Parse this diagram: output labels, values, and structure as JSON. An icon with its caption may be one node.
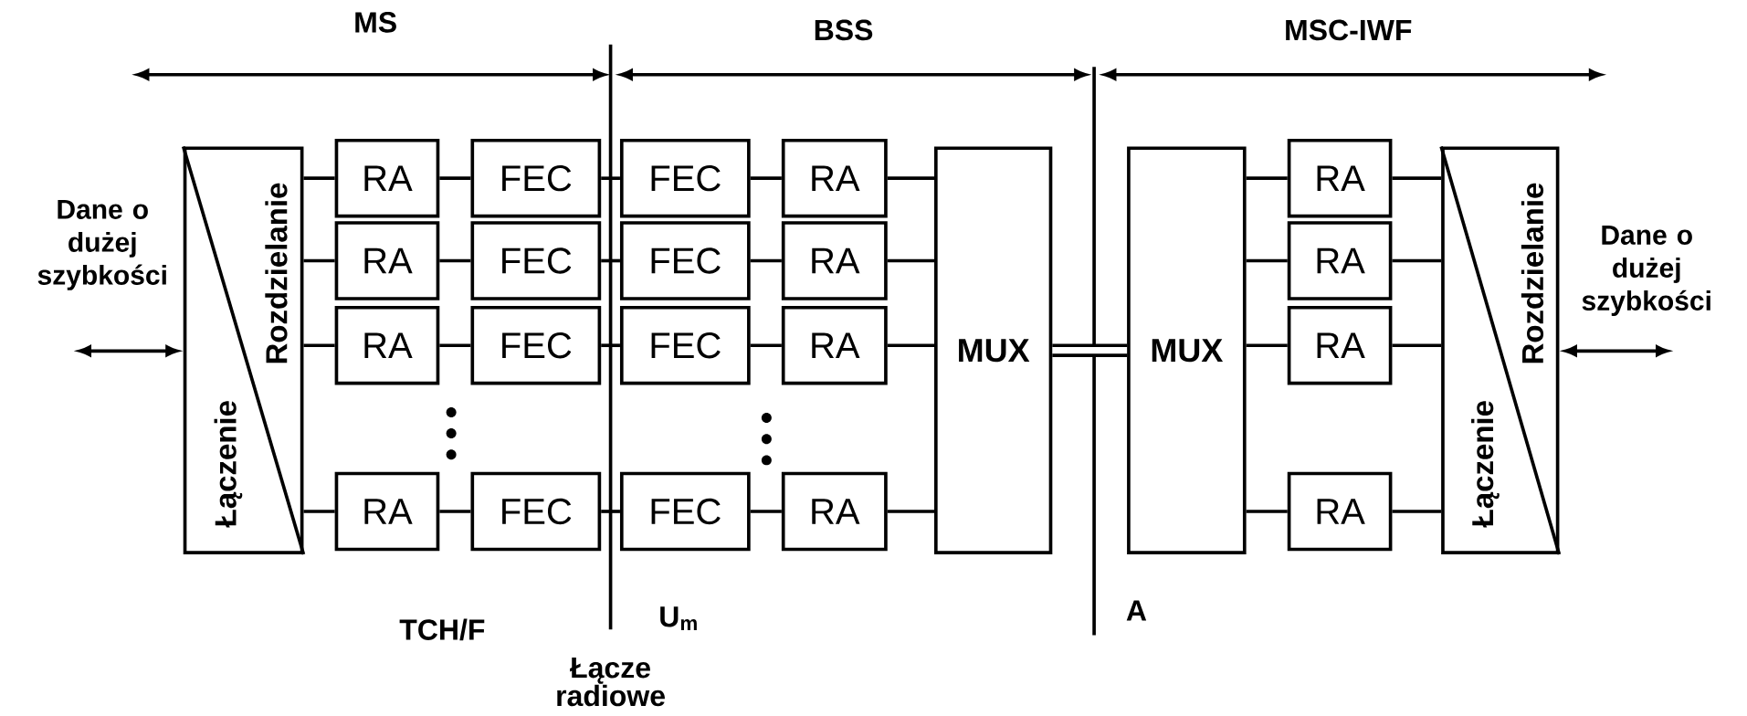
{
  "diagram": {
    "nodes": [
      {
        "text": [
          "Dane o dużej szybkości"
        ]
      },
      {
        "text": [
          "Rozdzielanie",
          "Łączenie"
        ]
      },
      {
        "text": [
          "RA"
        ]
      },
      {
        "text": [
          "RA"
        ]
      },
      {
        "text": [
          "RA"
        ]
      },
      {
        "text": [
          "RA"
        ]
      },
      {
        "text": [
          "FEC"
        ]
      },
      {
        "text": [
          "FEC"
        ]
      },
      {
        "text": [
          "FEC"
        ]
      },
      {
        "text": [
          "FEC"
        ]
      },
      {
        "text": [
          "FEC"
        ]
      },
      {
        "text": [
          "FEC"
        ]
      },
      {
        "text": [
          "FEC"
        ]
      },
      {
        "text": [
          "FEC"
        ]
      },
      {
        "text": [
          "RA"
        ]
      },
      {
        "text": [
          "RA"
        ]
      },
      {
        "text": [
          "RA"
        ]
      },
      {
        "text": [
          "RA"
        ]
      },
      {
        "text": [
          "MUX"
        ]
      },
      {
        "text": [
          "MUX"
        ]
      },
      {
        "text": [
          "RA"
        ]
      },
      {
        "text": [
          "RA"
        ]
      },
      {
        "text": [
          "RA"
        ]
      },
      {
        "text": [
          "RA"
        ]
      },
      {
        "text": [
          "Rozdzielanie",
          "Łączenie"
        ]
      },
      {
        "text": [
          "Dane o dużej szybkości"
        ]
      }
    ],
    "edges": [
      {
        "from": 0,
        "to": 1,
        "arrow": "both"
      },
      {
        "from": 1,
        "to": 2,
        "arrow": "none"
      },
      {
        "from": 2,
        "to": 6,
        "arrow": "none"
      },
      {
        "from": 6,
        "to": 10,
        "arrow": "none"
      },
      {
        "from": 10,
        "to": 14,
        "arrow": "none"
      },
      {
        "from": 14,
        "to": 18,
        "arrow": "none"
      },
      {
        "from": 1,
        "to": 3,
        "arrow": "none"
      },
      {
        "from": 3,
        "to": 7,
        "arrow": "none"
      },
      {
        "from": 7,
        "to": 11,
        "arrow": "none"
      },
      {
        "from": 11,
        "to": 15,
        "arrow": "none"
      },
      {
        "from": 15,
        "to": 18,
        "arrow": "none"
      },
      {
        "from": 1,
        "to": 4,
        "arrow": "none"
      },
      {
        "from": 4,
        "to": 8,
        "arrow": "none"
      },
      {
        "from": 8,
        "to": 12,
        "arrow": "none"
      },
      {
        "from": 12,
        "to": 16,
        "arrow": "none"
      },
      {
        "from": 16,
        "to": 18,
        "arrow": "none"
      },
      {
        "from": 1,
        "to": 5,
        "arrow": "none"
      },
      {
        "from": 5,
        "to": 9,
        "arrow": "none"
      },
      {
        "from": 9,
        "to": 13,
        "arrow": "none"
      },
      {
        "from": 13,
        "to": 17,
        "arrow": "none"
      },
      {
        "from": 17,
        "to": 18,
        "arrow": "none"
      },
      {
        "from": 18,
        "to": 19,
        "arrow": "none",
        "style": "thick"
      },
      {
        "from": 19,
        "to": 20,
        "arrow": "none"
      },
      {
        "from": 20,
        "to": 24,
        "arrow": "none"
      },
      {
        "from": 19,
        "to": 21,
        "arrow": "none"
      },
      {
        "from": 21,
        "to": 24,
        "arrow": "none"
      },
      {
        "from": 19,
        "to": 22,
        "arrow": "none"
      },
      {
        "from": 22,
        "to": 24,
        "arrow": "none"
      },
      {
        "from": 19,
        "to": 23,
        "arrow": "none"
      },
      {
        "from": 23,
        "to": 24,
        "arrow": "none"
      },
      {
        "from": 24,
        "to": 25,
        "arrow": "both"
      }
    ],
    "labels": [
      "MS",
      "BSS",
      "MSC-IWF",
      "TCH/F",
      "U$_{m}$",
      "Łącze radiowe",
      "A"
    ]
  }
}
